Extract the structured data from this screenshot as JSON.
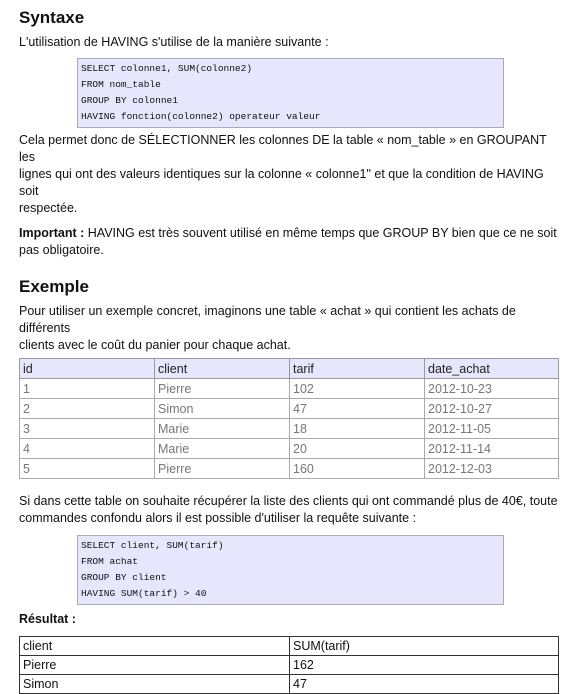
{
  "syntaxe": {
    "heading": "Syntaxe",
    "intro": "L'utilisation de HAVING s'utilise de la manière suivante :",
    "code": [
      "SELECT colonne1, SUM(colonne2)",
      "FROM nom_table",
      "GROUP BY colonne1",
      "HAVING fonction(colonne2) operateur valeur"
    ],
    "explanation_line1": "Cela permet donc de SÉLECTIONNER les colonnes DE la table « nom_table » en GROUPANT les",
    "explanation_line2": "lignes qui ont des valeurs identiques sur la colonne « colonne1\" et que la condition de HAVING soit",
    "explanation_line3": "respectée.",
    "important_label": "Important :",
    "important_text_line1": " HAVING est très souvent utilisé en même temps que GROUP BY bien que ce ne soit",
    "important_text_line2": "pas obligatoire."
  },
  "exemple": {
    "heading": "Exemple",
    "intro_line1": "Pour utiliser un exemple concret, imaginons une table « achat » qui contient les achats de différents",
    "intro_line2": "clients avec le coût du panier pour chaque achat.",
    "table": {
      "headers": [
        "id",
        "client",
        "tarif",
        "date_achat"
      ],
      "rows": [
        [
          "1",
          "Pierre",
          "102",
          "2012-10-23"
        ],
        [
          "2",
          "Simon",
          "47",
          "2012-10-27"
        ],
        [
          "3",
          "Marie",
          "18",
          "2012-11-05"
        ],
        [
          "4",
          "Marie",
          "20",
          "2012-11-14"
        ],
        [
          "5",
          "Pierre",
          "160",
          "2012-12-03"
        ]
      ]
    },
    "question_line1": "Si dans cette table on souhaite récupérer la liste des clients qui ont commandé plus de 40€, toute",
    "question_line2": "commandes confondu alors il est possible d'utiliser la requête suivante :",
    "code": [
      "SELECT client, SUM(tarif)",
      "FROM achat",
      "GROUP BY client",
      "HAVING SUM(tarif) > 40"
    ],
    "result_label": "Résultat :",
    "result": {
      "headers": [
        "client",
        "SUM(tarif)"
      ],
      "rows": [
        [
          "Pierre",
          "162"
        ],
        [
          "Simon",
          "47"
        ]
      ]
    }
  }
}
